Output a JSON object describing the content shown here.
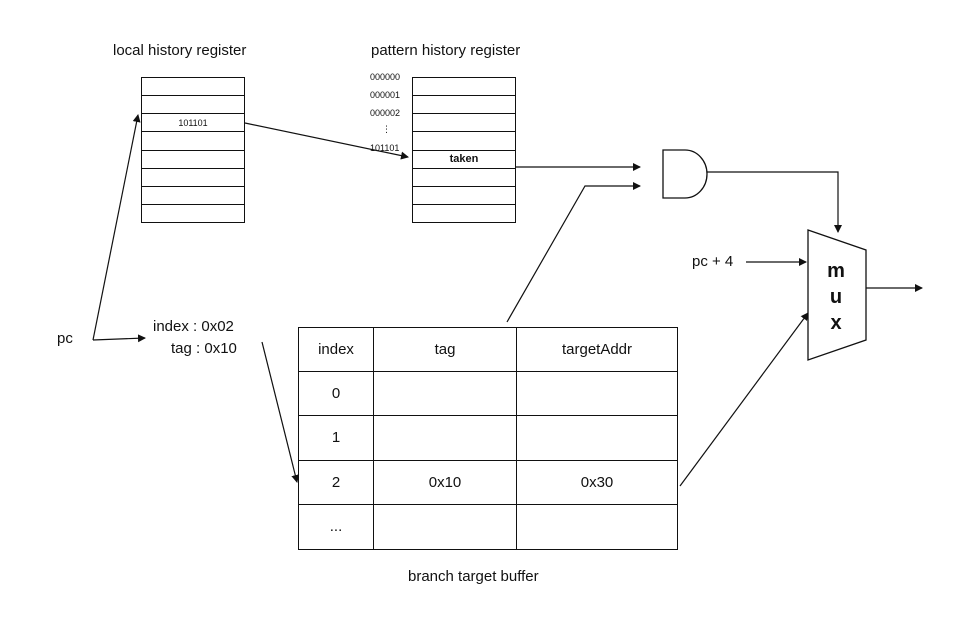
{
  "local_history_register": {
    "title": "local history register",
    "rows": [
      "",
      "",
      "101101",
      "",
      "",
      "",
      "",
      ""
    ]
  },
  "pattern_history_register": {
    "title": "pattern history register",
    "index_labels": [
      "000000",
      "000001",
      "000002",
      "⋮",
      "101101"
    ],
    "rows": [
      "",
      "",
      "",
      "",
      "taken",
      "",
      "",
      ""
    ]
  },
  "pc_label": "pc",
  "address_split": {
    "index_line": "index : 0x02",
    "tag_line": "tag : 0x10"
  },
  "branch_target_buffer": {
    "caption": "branch target buffer",
    "headers": [
      "index",
      "tag",
      "targetAddr"
    ],
    "rows": [
      [
        "0",
        "",
        ""
      ],
      [
        "1",
        "",
        ""
      ],
      [
        "2",
        "0x10",
        "0x30"
      ],
      [
        "...",
        "",
        ""
      ]
    ]
  },
  "pc_plus_4_label": "pc + 4",
  "mux": {
    "letters": [
      "m",
      "u",
      "x"
    ]
  }
}
